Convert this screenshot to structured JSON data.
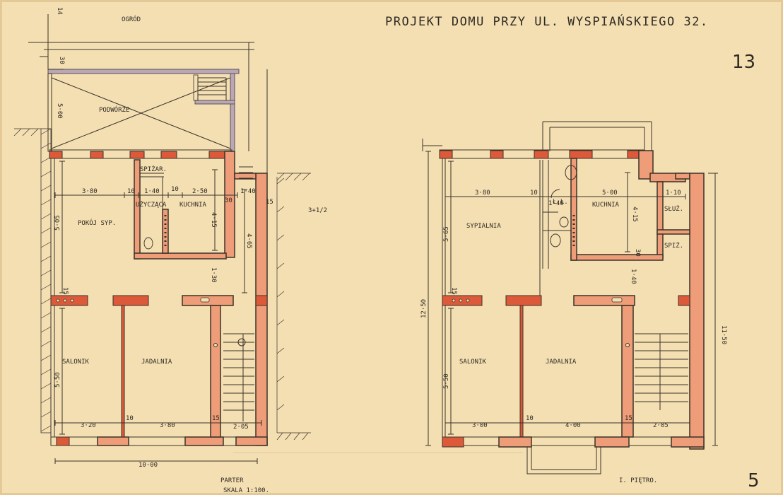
{
  "title": "PROJEKT DOMU PRZY UL. WYSPIAŃSKIEGO 32.",
  "sheet_number": "13",
  "corner_mark": "5",
  "side_note": "3+1/2",
  "ground_floor": {
    "name": "PARTER",
    "scale": "SKALA 1:100.",
    "labels": {
      "garden": "OGRÓD",
      "courtyard": "PODWÓRZE",
      "bedroom": "POKÓJ SYP.",
      "pantry": "SPIŻAR.",
      "toilet": "UŻYCZĄCA",
      "kitchen": "KUCHNIA",
      "salon": "SALONIK",
      "dining": "JADALNIA"
    },
    "dims": {
      "d380": "3·80",
      "d10a": "10",
      "d140": "1·40",
      "d10b": "10",
      "d250": "2·50",
      "d30": "30",
      "d140b": "1·40",
      "d15a": "15",
      "d505": "5·05",
      "d415": "4·15",
      "d465": "4·65",
      "d130": "1·30",
      "d15b": "15",
      "d550": "5·50",
      "d320": "3·20",
      "d10c": "10",
      "d380b": "3·80",
      "d15c": "15",
      "d205": "2·05",
      "d1000": "10·00",
      "d500": "5·00",
      "d30top": "30",
      "d14": "14"
    }
  },
  "first_floor": {
    "name": "I. PIĘTRO.",
    "labels": {
      "bedroom": "SYPIALNIA",
      "kitchen": "KUCHNIA",
      "bath": "Ł.Ł.",
      "servant1": "SŁUŻ.",
      "servant2": "SPIŻ.",
      "salon": "SALONIK",
      "dining": "JADALNIA"
    },
    "dims": {
      "d380": "3·80",
      "d10a": "10",
      "d140": "1·40",
      "d500": "5·00",
      "d110": "1·10",
      "d565": "5·65",
      "d415": "4·15",
      "d30": "30",
      "d140b": "1·40",
      "d15a": "15",
      "d1250": "12·50",
      "d1150": "11·50",
      "d550": "5·50",
      "d300": "3·00",
      "d10b": "10",
      "d400": "4·00",
      "d15b": "15",
      "d205": "2·05"
    }
  }
}
